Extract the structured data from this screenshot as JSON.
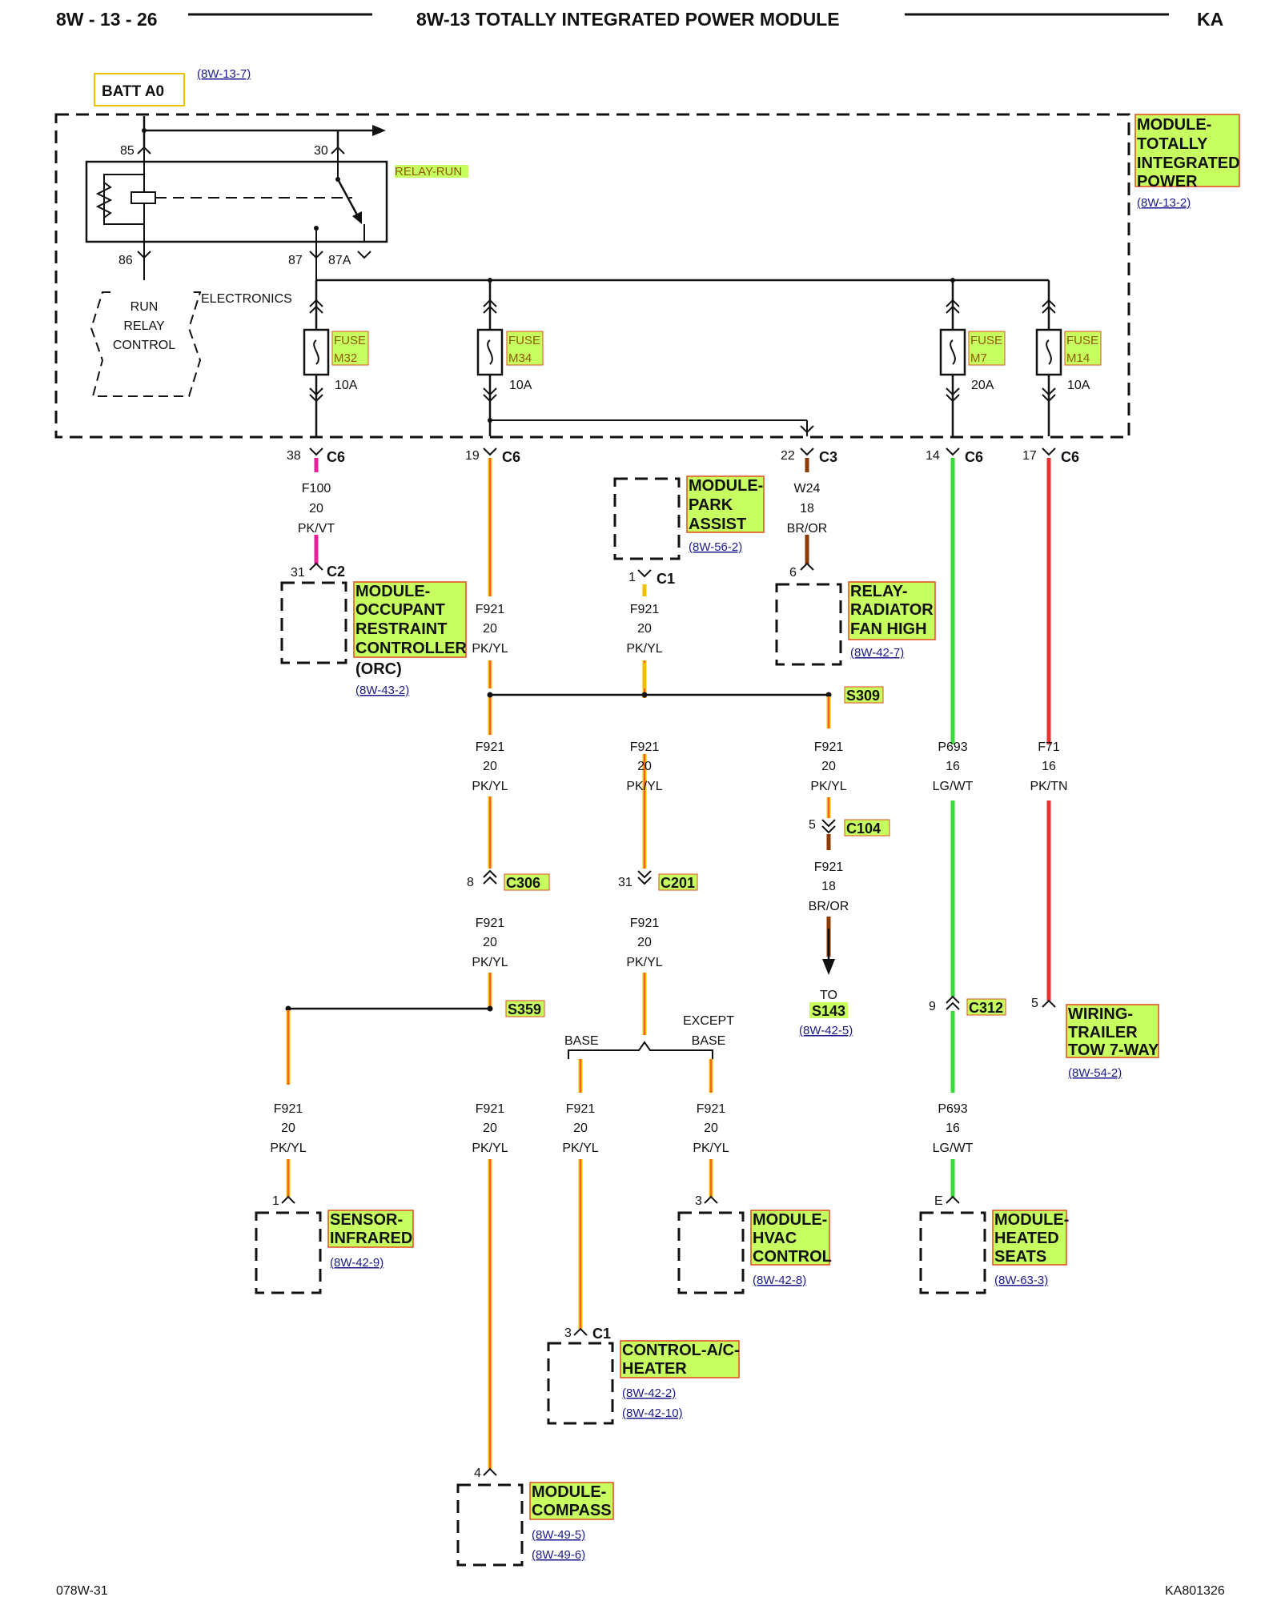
{
  "header": {
    "left": "8W - 13 - 26",
    "title": "8W-13 TOTALLY INTEGRATED POWER MODULE",
    "right": "KA"
  },
  "footer": {
    "left": "078W-31",
    "right": "KA801326"
  },
  "batt": {
    "label": "BATT A0",
    "ref": "(8W-13-7)"
  },
  "tipm": {
    "label": [
      "MODULE-",
      "TOTALLY",
      "INTEGRATED",
      "POWER"
    ],
    "ref": "(8W-13-2)"
  },
  "relay": {
    "label": "RELAY-RUN",
    "pins": {
      "p85": "85",
      "p30": "30",
      "p86": "86",
      "p87": "87",
      "p87a": "87A"
    },
    "control": [
      "RUN",
      "RELAY",
      "CONTROL"
    ],
    "electronics": "ELECTRONICS"
  },
  "fuses": {
    "m32": {
      "label": "FUSE",
      "id": "M32",
      "amp": "10A"
    },
    "m34": {
      "label": "FUSE",
      "id": "M34",
      "amp": "10A"
    },
    "m7": {
      "label": "FUSE",
      "id": "M7",
      "amp": "20A"
    },
    "m14": {
      "label": "FUSE",
      "id": "M14",
      "amp": "10A"
    }
  },
  "connectors": {
    "c6_38": {
      "pin": "38",
      "name": "C6"
    },
    "c6_19": {
      "pin": "19",
      "name": "C6"
    },
    "c3_22": {
      "pin": "22",
      "name": "C3"
    },
    "c6_14": {
      "pin": "14",
      "name": "C6"
    },
    "c6_17": {
      "pin": "17",
      "name": "C6"
    },
    "c2_31": {
      "pin": "31",
      "name": "C2"
    },
    "c1_1": {
      "pin": "1",
      "name": "C1"
    },
    "relay_6": {
      "pin": "6"
    },
    "c104": {
      "pin": "5",
      "name": "C104"
    },
    "c306": {
      "pin": "8",
      "name": "C306"
    },
    "c201": {
      "pin": "31",
      "name": "C201"
    },
    "c312": {
      "pin": "9",
      "name": "C312"
    },
    "trailer_5": {
      "pin": "5"
    },
    "ir_1": {
      "pin": "1"
    },
    "hvac_3": {
      "pin": "3"
    },
    "seats_e": {
      "pin": "E"
    },
    "ac_c1": {
      "pin": "3",
      "name": "C1"
    },
    "compass_4": {
      "pin": "4"
    }
  },
  "wires": {
    "f100": [
      "F100",
      "20",
      "PK/VT"
    ],
    "w24": [
      "W24",
      "18",
      "BR/OR"
    ],
    "f921a": [
      "F921",
      "20",
      "PK/YL"
    ],
    "f921b": [
      "F921",
      "20",
      "PK/YL"
    ],
    "f921c": [
      "F921",
      "20",
      "PK/YL"
    ],
    "f921d": [
      "F921",
      "20",
      "PK/YL"
    ],
    "f921e": [
      "F921",
      "20",
      "PK/YL"
    ],
    "f921f": [
      "F921",
      "18",
      "BR/OR"
    ],
    "f921g": [
      "F921",
      "20",
      "PK/YL"
    ],
    "f921h": [
      "F921",
      "20",
      "PK/YL"
    ],
    "f921i": [
      "F921",
      "20",
      "PK/YL"
    ],
    "f921j": [
      "F921",
      "20",
      "PK/YL"
    ],
    "f921k": [
      "F921",
      "20",
      "PK/YL"
    ],
    "f921l": [
      "F921",
      "20",
      "PK/YL"
    ],
    "p693a": [
      "P693",
      "16",
      "LG/WT"
    ],
    "p693b": [
      "P693",
      "16",
      "LG/WT"
    ],
    "f71": [
      "F71",
      "16",
      "PK/TN"
    ]
  },
  "splices": {
    "s309": "S309",
    "s359": "S359"
  },
  "branch": {
    "base": "BASE",
    "except": [
      "EXCEPT",
      "BASE"
    ]
  },
  "to_s143": {
    "to": "TO",
    "name": "S143",
    "ref": "(8W-42-5)"
  },
  "components": {
    "orc": {
      "label": [
        "MODULE-",
        "OCCUPANT",
        "RESTRAINT",
        "CONTROLLER"
      ],
      "sub": "(ORC)",
      "ref": "(8W-43-2)"
    },
    "park": {
      "label": [
        "MODULE-",
        "PARK",
        "ASSIST"
      ],
      "ref": "(8W-56-2)"
    },
    "radfan": {
      "label": [
        "RELAY-",
        "RADIATOR",
        "FAN HIGH"
      ],
      "ref": "(8W-42-7)"
    },
    "trailer": {
      "label": [
        "WIRING-",
        "TRAILER",
        "TOW 7-WAY"
      ],
      "ref": "(8W-54-2)"
    },
    "infrared": {
      "label": [
        "SENSOR-",
        "INFRARED"
      ],
      "ref": "(8W-42-9)"
    },
    "hvac": {
      "label": [
        "MODULE-",
        "HVAC",
        "CONTROL"
      ],
      "ref": "(8W-42-8)"
    },
    "seats": {
      "label": [
        "MODULE-",
        "HEATED",
        "SEATS"
      ],
      "ref": "(8W-63-3)"
    },
    "acheater": {
      "label": [
        "CONTROL-A/C-",
        "HEATER"
      ],
      "refs": [
        "(8W-42-2)",
        "(8W-42-10)"
      ]
    },
    "compass": {
      "label": [
        "MODULE-",
        "COMPASS"
      ],
      "refs": [
        "(8W-49-5)",
        "(8W-49-6)"
      ]
    }
  },
  "colors": {
    "pk_yl_outer": "#f0c000",
    "pk_yl_inner": "#ff3b30",
    "pk_vt": "#e8209a",
    "br_or": "#8b3a00",
    "lg_wt": "#33dd33",
    "pk_tn": "#e83030",
    "highlight": "#c8ff60",
    "highlight_border": "#e24b1c"
  }
}
